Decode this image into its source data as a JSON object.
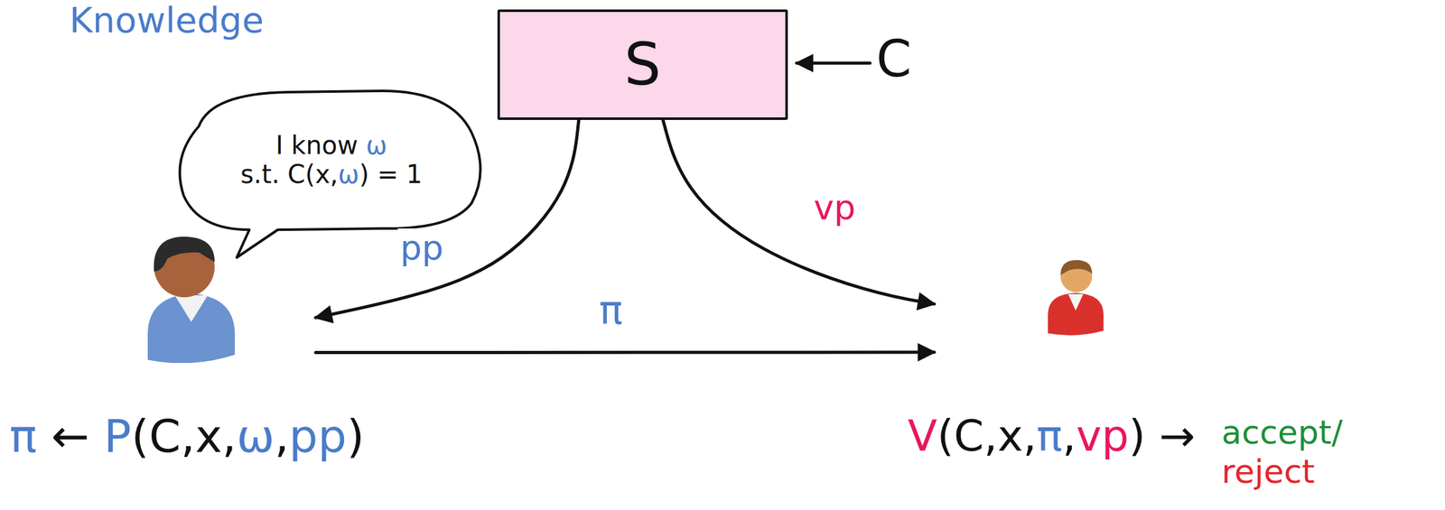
{
  "diagram": {
    "nodes": [
      {
        "text": [
          "S"
        ]
      },
      {
        "text": [
          "I know ω s.t. C(x,ω) = 1"
        ]
      },
      {
        "text": [
          "π ← P(C,x,ω,pp)"
        ]
      },
      {
        "text": [
          "V(C,x,π,vp) →",
          "accept/ reject"
        ]
      }
    ],
    "edges": [
      {
        "from": 0,
        "to": 2,
        "arrow": "to",
        "label": "pp"
      },
      {
        "from": 0,
        "to": 3,
        "arrow": "to",
        "label": "vp"
      },
      {
        "from": 2,
        "to": 3,
        "arrow": "to",
        "label": "π"
      }
    ],
    "labels": [
      "Knowledge",
      "C"
    ]
  }
}
